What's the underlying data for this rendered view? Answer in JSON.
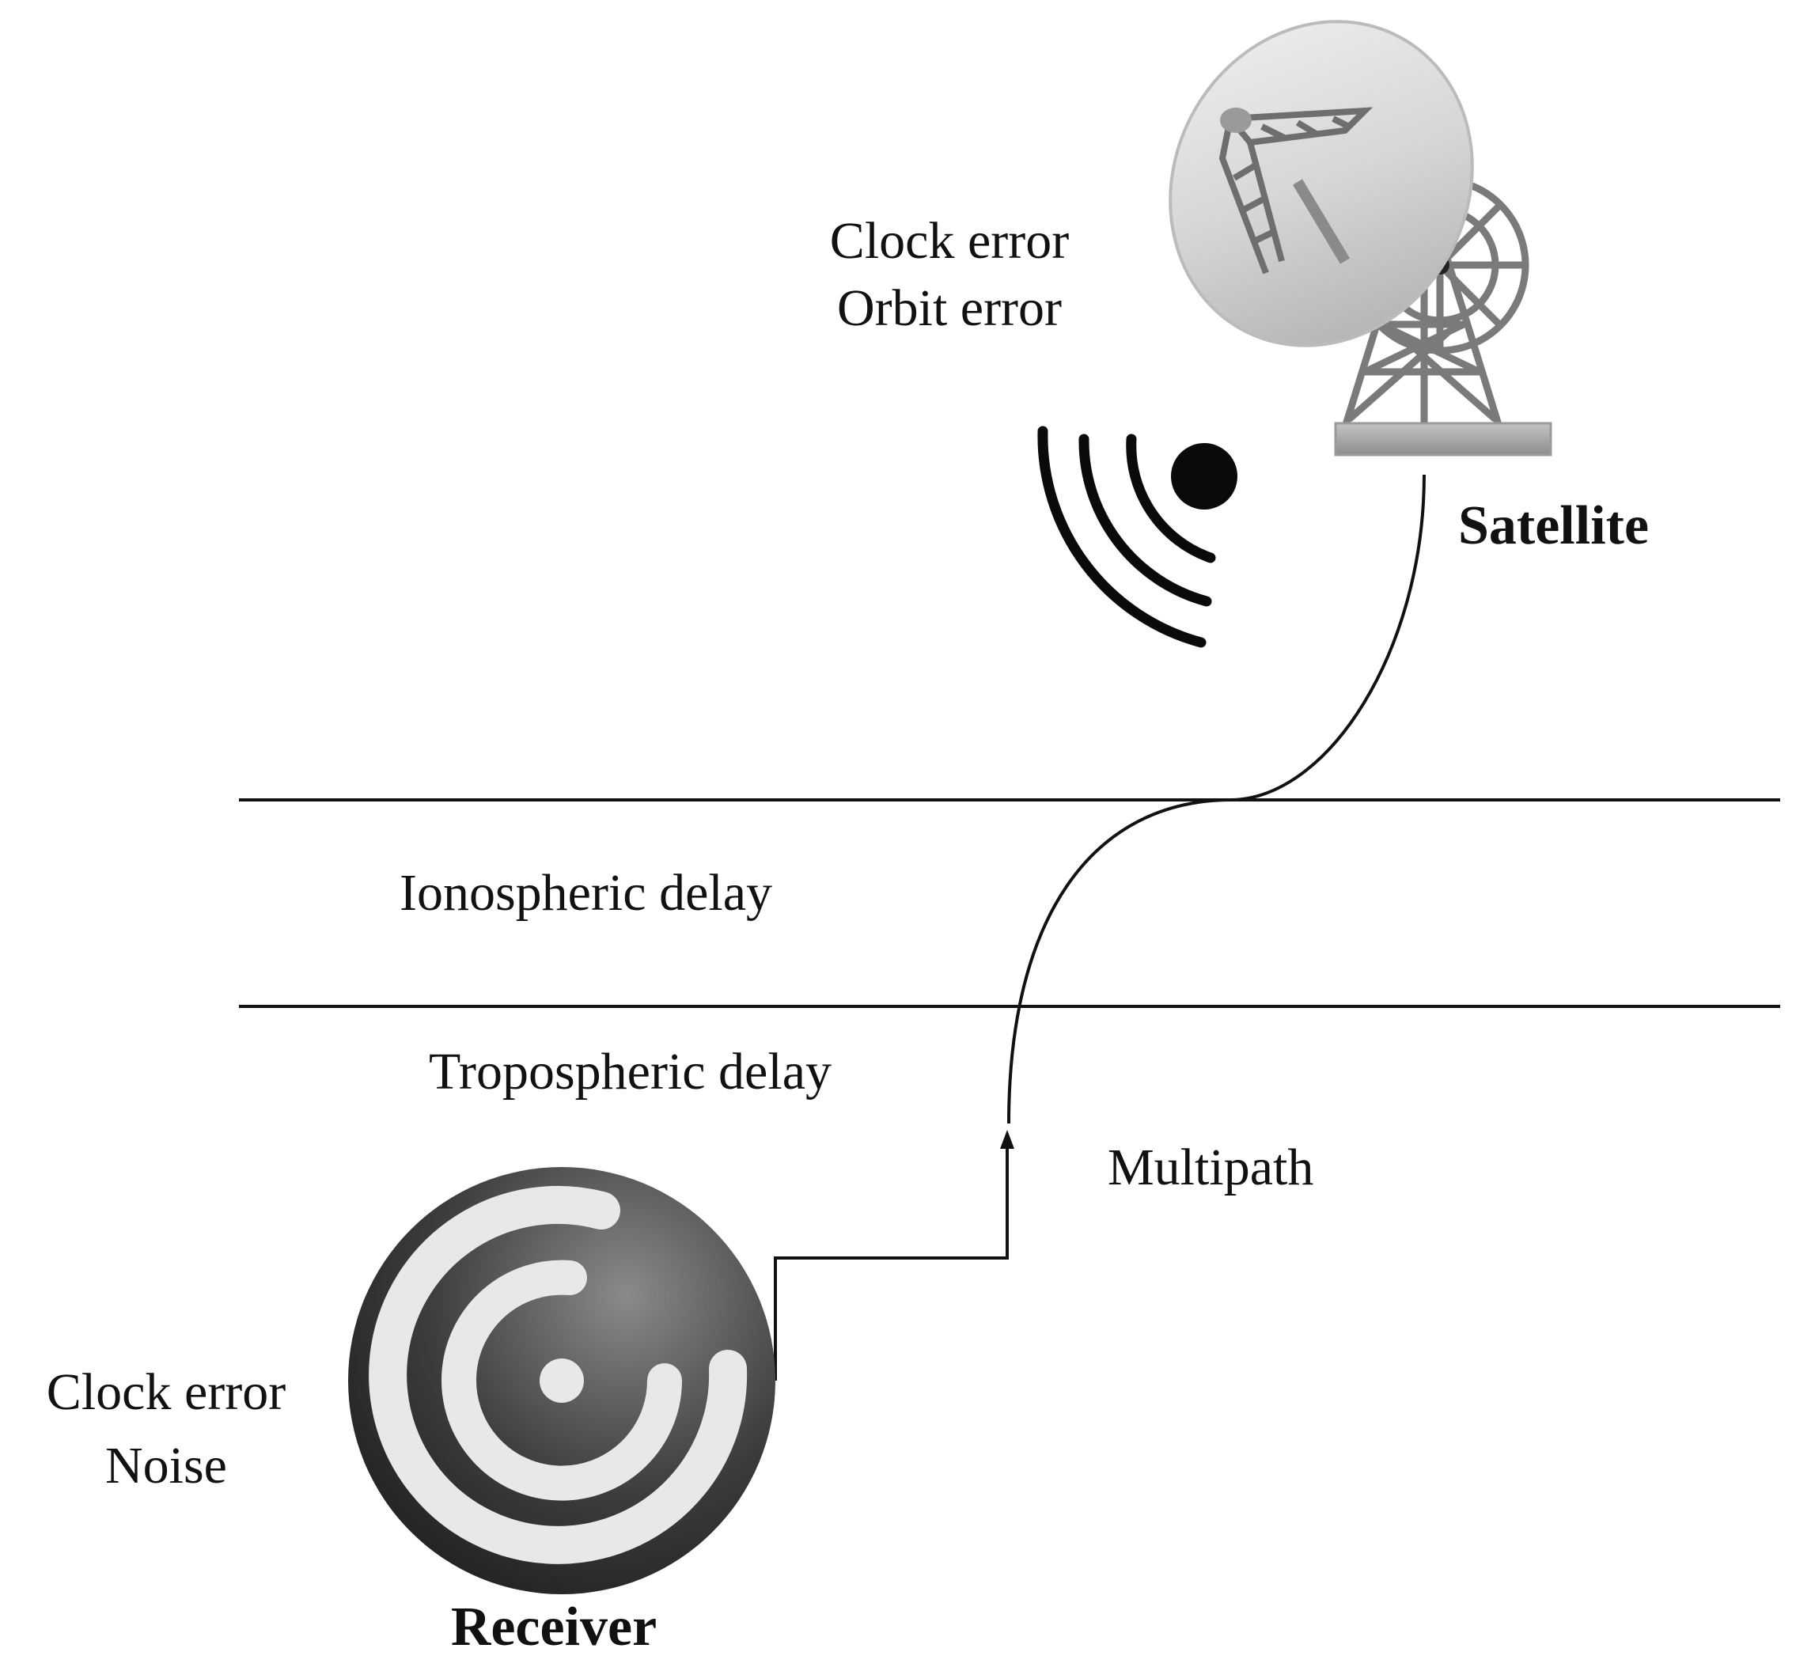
{
  "diagram": {
    "satellite": {
      "name": "Satellite",
      "errors": [
        "Clock error",
        "Orbit error"
      ]
    },
    "receiver": {
      "name": "Receiver",
      "errors": [
        "Clock error",
        "Noise"
      ]
    },
    "layers": {
      "ionosphere": "Ionospheric delay",
      "troposphere": "Tropospheric delay"
    },
    "multipath": "Multipath",
    "colors": {
      "ink": "#111111",
      "receiver_disc": "#3a3a3a",
      "receiver_rings": "#e6e6e6",
      "dish": "#d8d8d8",
      "tower": "#8a8a8a"
    }
  }
}
